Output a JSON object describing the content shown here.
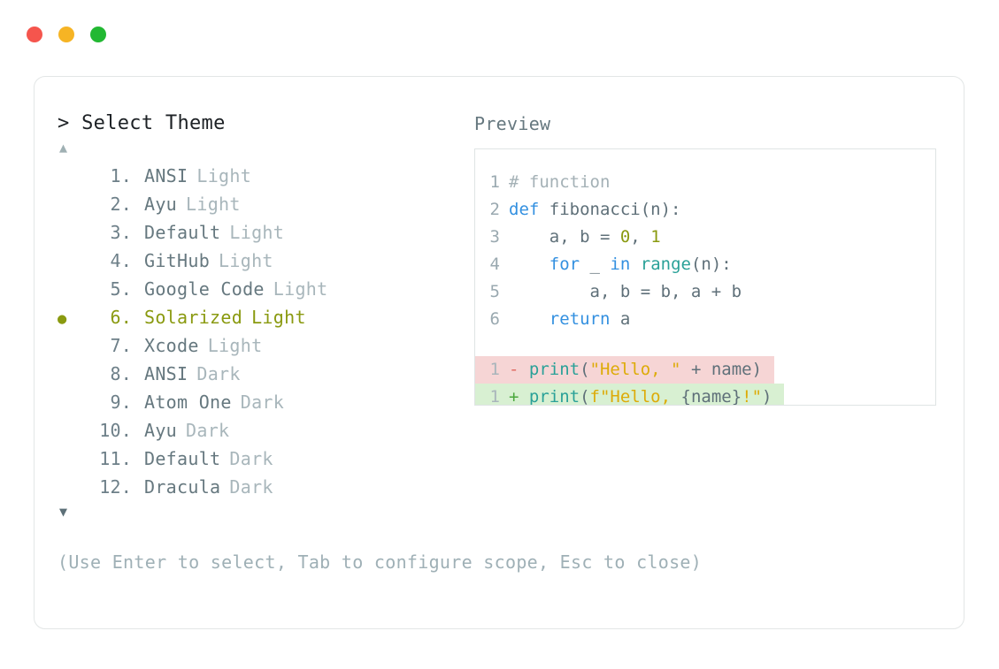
{
  "window": {
    "dots": [
      {
        "name": "close",
        "color": "#f5554d"
      },
      {
        "name": "minimize",
        "color": "#f6b424"
      },
      {
        "name": "maximize",
        "color": "#22b832"
      }
    ]
  },
  "picker": {
    "title": "> Select Theme",
    "scroll_up": "▲",
    "scroll_down": "▼",
    "selected_index": 6,
    "selected_color": "#8a9a10",
    "bullet": "●",
    "items": [
      {
        "index": "1.",
        "name": "ANSI",
        "variant": "Light",
        "selected": false
      },
      {
        "index": "2.",
        "name": "Ayu",
        "variant": "Light",
        "selected": false
      },
      {
        "index": "3.",
        "name": "Default",
        "variant": "Light",
        "selected": false
      },
      {
        "index": "4.",
        "name": "GitHub",
        "variant": "Light",
        "selected": false
      },
      {
        "index": "5.",
        "name": "Google Code",
        "variant": "Light",
        "selected": false
      },
      {
        "index": "6.",
        "name": "Solarized",
        "variant": "Light",
        "selected": true
      },
      {
        "index": "7.",
        "name": "Xcode",
        "variant": "Light",
        "selected": false
      },
      {
        "index": "8.",
        "name": "ANSI",
        "variant": "Dark",
        "selected": false
      },
      {
        "index": "9.",
        "name": "Atom One",
        "variant": "Dark",
        "selected": false
      },
      {
        "index": "10.",
        "name": "Ayu",
        "variant": "Dark",
        "selected": false
      },
      {
        "index": "11.",
        "name": "Default",
        "variant": "Dark",
        "selected": false
      },
      {
        "index": "12.",
        "name": "Dracula",
        "variant": "Dark",
        "selected": false
      }
    ]
  },
  "preview": {
    "label": "Preview",
    "code_lines": [
      {
        "num": "1",
        "tokens": [
          {
            "t": "# function",
            "c": "comment"
          }
        ]
      },
      {
        "num": "2",
        "tokens": [
          {
            "t": "def ",
            "c": "kw"
          },
          {
            "t": "fibonacci(n):",
            "c": "plain"
          }
        ]
      },
      {
        "num": "3",
        "tokens": [
          {
            "t": "    a, b = ",
            "c": "plain"
          },
          {
            "t": "0",
            "c": "num"
          },
          {
            "t": ", ",
            "c": "plain"
          },
          {
            "t": "1",
            "c": "num"
          }
        ]
      },
      {
        "num": "4",
        "tokens": [
          {
            "t": "    ",
            "c": "plain"
          },
          {
            "t": "for",
            "c": "kw"
          },
          {
            "t": " _ ",
            "c": "plain"
          },
          {
            "t": "in",
            "c": "kw"
          },
          {
            "t": " ",
            "c": "plain"
          },
          {
            "t": "range",
            "c": "fn"
          },
          {
            "t": "(n):",
            "c": "plain"
          }
        ]
      },
      {
        "num": "5",
        "tokens": [
          {
            "t": "        a, b = b, a + b",
            "c": "plain"
          }
        ]
      },
      {
        "num": "6",
        "tokens": [
          {
            "t": "    ",
            "c": "plain"
          },
          {
            "t": "return",
            "c": "kw"
          },
          {
            "t": " a",
            "c": "plain"
          }
        ]
      }
    ],
    "diff_lines": [
      {
        "num": "1",
        "kind": "minus",
        "sign": "-",
        "bg": "#f6d5d5",
        "tokens": [
          {
            "t": "print",
            "c": "fn"
          },
          {
            "t": "(",
            "c": "plain"
          },
          {
            "t": "\"Hello, \"",
            "c": "str"
          },
          {
            "t": " + name)",
            "c": "plain"
          }
        ]
      },
      {
        "num": "1",
        "kind": "plus",
        "sign": "+",
        "bg": "#d8f0d2",
        "tokens": [
          {
            "t": "print",
            "c": "fn"
          },
          {
            "t": "(",
            "c": "plain"
          },
          {
            "t": "f\"Hello, ",
            "c": "str"
          },
          {
            "t": "{name}",
            "c": "plain"
          },
          {
            "t": "!\"",
            "c": "str"
          },
          {
            "t": ")",
            "c": "plain"
          }
        ]
      }
    ]
  },
  "hint": "(Use Enter to select, Tab to configure scope, Esc to close)"
}
